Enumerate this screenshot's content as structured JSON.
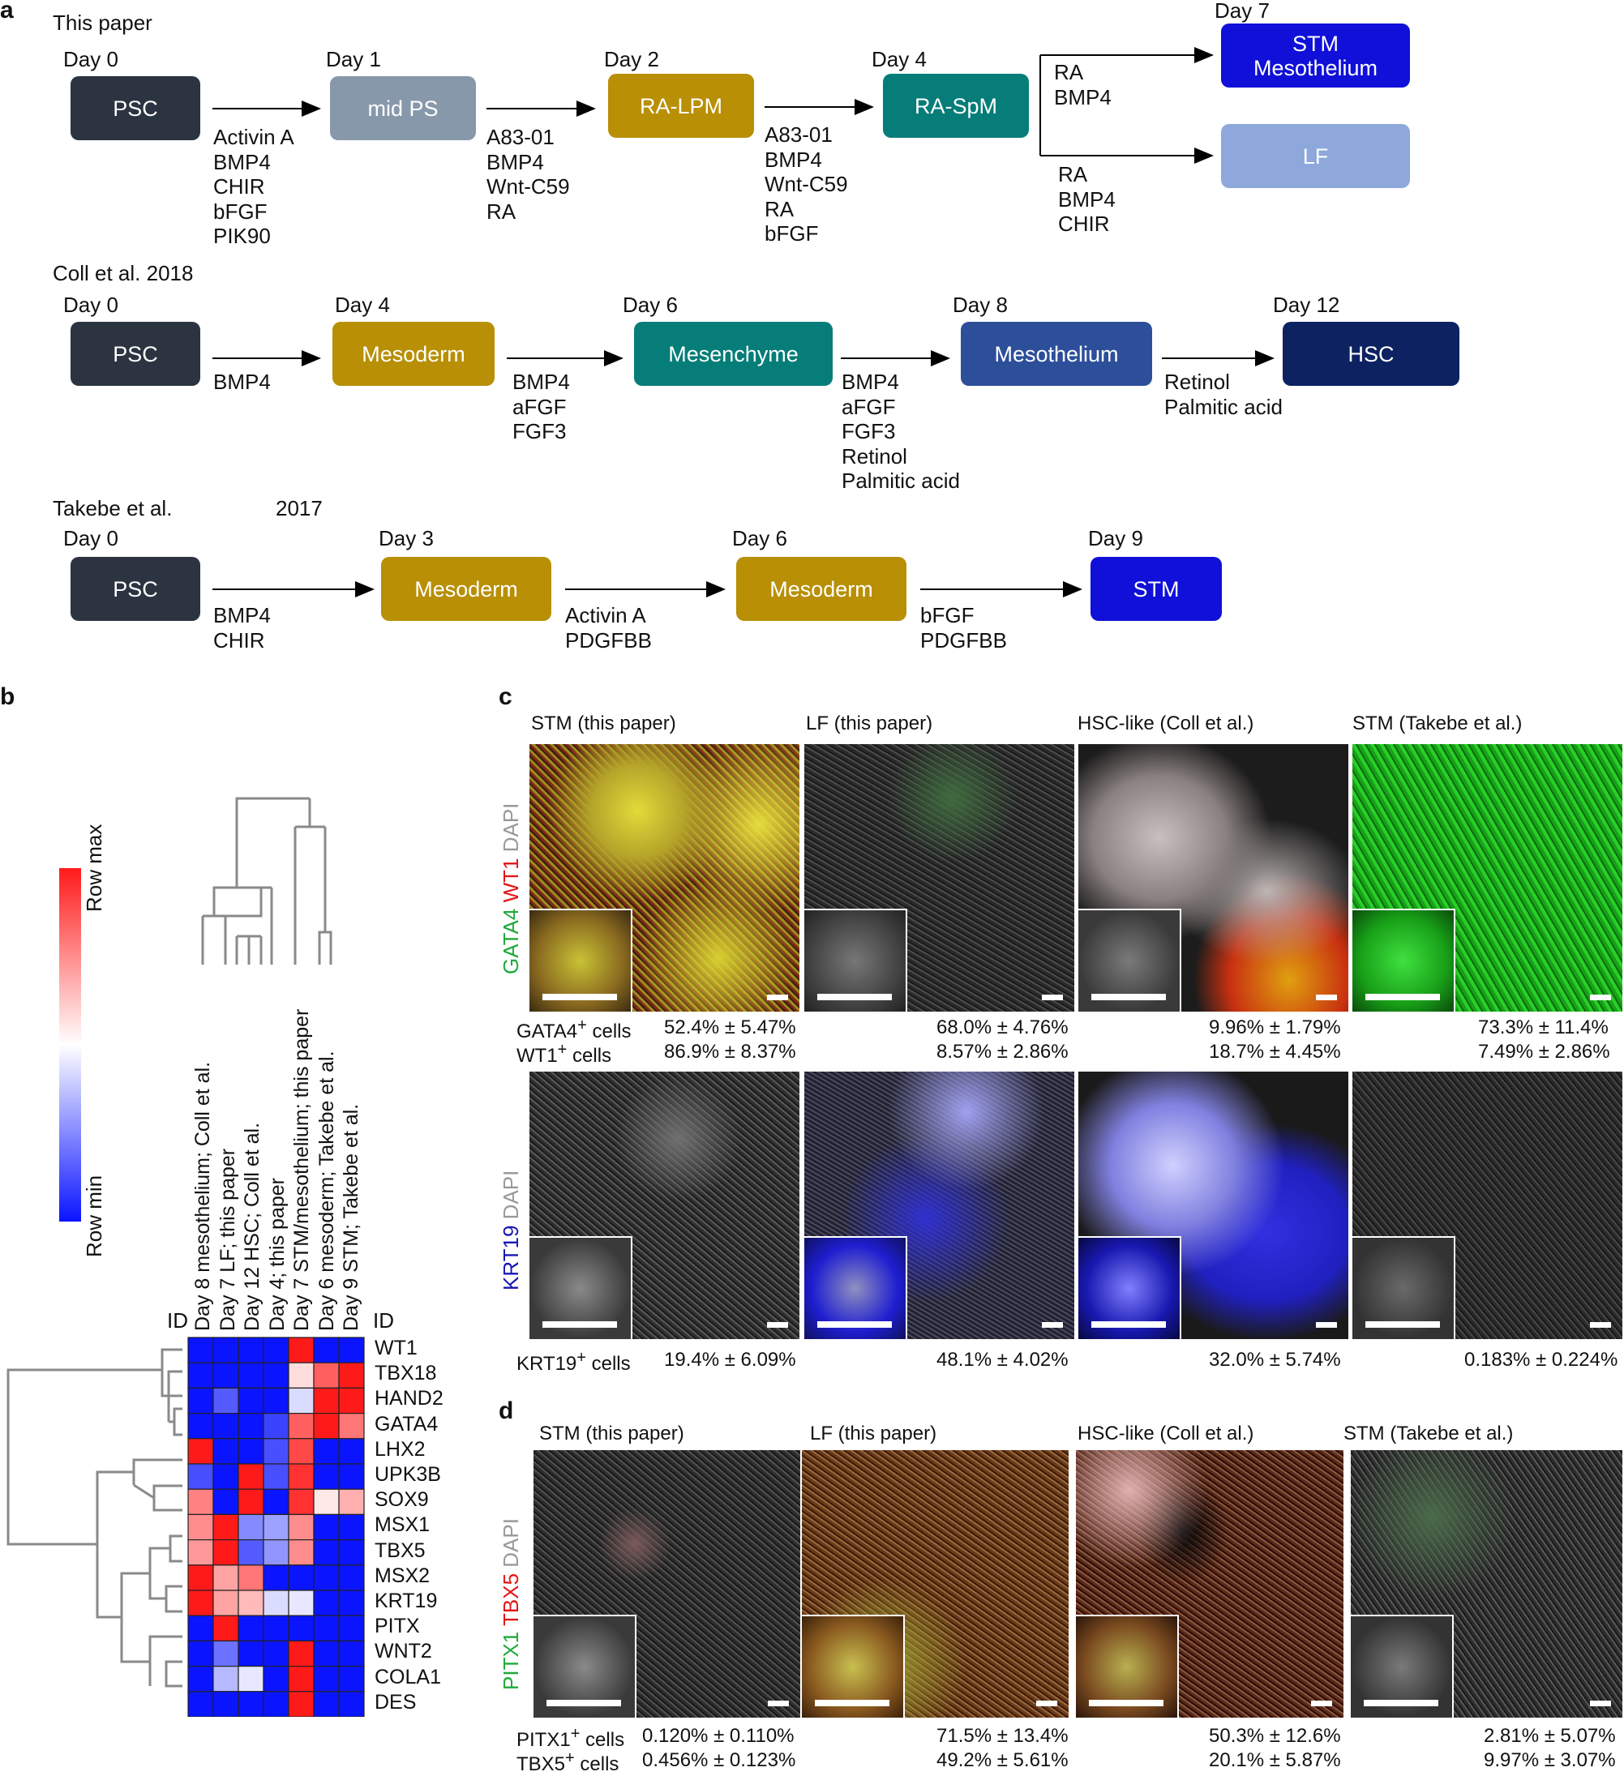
{
  "panels": {
    "a": "a",
    "b": "b",
    "c": "c",
    "d": "d"
  },
  "panel_a": {
    "this_paper": {
      "title": "This paper",
      "days": [
        "Day 0",
        "Day 1",
        "Day 2",
        "Day 4",
        "Day 7"
      ],
      "boxes": [
        "PSC",
        "mid PS",
        "RA-LPM",
        "RA-SpM",
        "STM\nMesothelium",
        "LF"
      ],
      "reagents": [
        "Activin A\nBMP4\nCHIR\nbFGF\nPIK90",
        "A83-01\nBMP4\nWnt-C59\nRA",
        "A83-01\nBMP4\nWnt-C59\nRA\nbFGF",
        "RA\nBMP4",
        "RA\nBMP4\nCHIR"
      ]
    },
    "coll": {
      "title": "Coll et al. 2018",
      "days": [
        "Day 0",
        "Day 4",
        "Day 6",
        "Day 8",
        "Day 12"
      ],
      "boxes": [
        "PSC",
        "Mesoderm",
        "Mesenchyme",
        "Mesothelium",
        "HSC"
      ],
      "reagents": [
        "BMP4",
        "BMP4\naFGF\nFGF3",
        "BMP4\naFGF\nFGF3\nRetinol\nPalmitic acid",
        "Retinol\nPalmitic acid"
      ]
    },
    "takebe": {
      "title": "Takebe et al.",
      "year": "2017",
      "days": [
        "Day 0",
        "Day 3",
        "Day 6",
        "Day 9"
      ],
      "boxes": [
        "PSC",
        "Mesoderm",
        "Mesoderm",
        "STM"
      ],
      "reagents": [
        "BMP4\nCHIR",
        "Activin A\nPDGFBB",
        "bFGF\nPDGFBB"
      ]
    },
    "colors": {
      "psc": "#2c3441",
      "midps": "#8898ab",
      "gold": "#b88f05",
      "teal": "#067d78",
      "blue": "#1010d8",
      "lightblue": "#8ea8dc",
      "meso": "#2d4f9a",
      "navy": "#0c2261"
    }
  },
  "panel_b": {
    "legend": {
      "max": "Row max",
      "min": "Row min"
    },
    "id_label": "ID",
    "columns": [
      "Day 8 mesothelium; Coll et al.",
      "Day 7  LF; this paper",
      "Day 12 HSC; Coll et al.",
      "Day 4; this paper",
      "Day 7 STM/mesothelium; this paper",
      "Day 6  mesoderm; Takebe et al.",
      "Day 9  STM; Takebe et al."
    ],
    "genes": [
      "WT1",
      "TBX18",
      "HAND2",
      "GATA4",
      "LHX2",
      "UPK3B",
      "SOX9",
      "MSX1",
      "TBX5",
      "MSX2",
      "KRT19",
      "PITX",
      "WNT2",
      "COLA1",
      "DES"
    ]
  },
  "chart_data": {
    "type": "heatmap",
    "rows": [
      "WT1",
      "TBX18",
      "HAND2",
      "GATA4",
      "LHX2",
      "UPK3B",
      "SOX9",
      "MSX1",
      "TBX5",
      "MSX2",
      "KRT19",
      "PITX",
      "WNT2",
      "COLA1",
      "DES"
    ],
    "columns": [
      "Day 8 mesothelium; Coll et al.",
      "Day 7  LF; this paper",
      "Day 12 HSC; Coll et al.",
      "Day 4; this paper",
      "Day 7 STM/mesothelium; this paper",
      "Day 6  mesoderm; Takebe et al.",
      "Day 9  STM; Takebe et al."
    ],
    "values": [
      [
        -1,
        -1,
        -1,
        -1,
        1,
        -1,
        -1
      ],
      [
        -1,
        -1,
        -1,
        -1,
        0.15,
        0.7,
        1
      ],
      [
        -1,
        -0.7,
        -1,
        -1,
        -0.15,
        1,
        1
      ],
      [
        -1,
        -1,
        -1,
        -0.8,
        0.7,
        1,
        0.6
      ],
      [
        1,
        -1,
        -1,
        -0.75,
        0.8,
        -1,
        -1
      ],
      [
        -0.75,
        -1,
        1,
        -0.75,
        0.9,
        -1,
        -1
      ],
      [
        0.55,
        -1,
        1,
        -1,
        0.9,
        0.1,
        0.35
      ],
      [
        0.5,
        1,
        -0.5,
        -0.4,
        0.5,
        -1,
        -1
      ],
      [
        0.45,
        1,
        -0.7,
        -0.45,
        0.5,
        -1,
        -1
      ],
      [
        1,
        0.4,
        0.6,
        -1,
        -1,
        -1,
        -1
      ],
      [
        1,
        0.4,
        0.3,
        -0.15,
        -0.1,
        -1,
        -1
      ],
      [
        -1,
        1,
        -1,
        -1,
        -1,
        -1,
        -1
      ],
      [
        -1,
        -0.6,
        -1,
        -1,
        1,
        -1,
        -1
      ],
      [
        -1,
        -0.3,
        -0.1,
        -1,
        1,
        -1,
        -1
      ],
      [
        -1,
        -1,
        -1,
        -1,
        1,
        -1,
        -1
      ]
    ],
    "colorscale": {
      "min": "#0a14ff",
      "mid": "#ffffff",
      "max": "#ff1a1a"
    }
  },
  "panel_c": {
    "titles": [
      "STM (this paper)",
      "LF (this paper)",
      "HSC-like (Coll et al.)",
      "STM (Takebe et al.)"
    ],
    "row1_label": {
      "a": "GATA4",
      "b": " WT1",
      "c": " DAPI"
    },
    "row2_label": {
      "a": "KRT19",
      "b": " DAPI"
    },
    "gata4_label": "GATA4",
    "wt1_label": "WT1",
    "krt19_label": "KRT19",
    "plus": "+",
    "cells": " cells",
    "gata4": [
      "52.4% ± 5.47%",
      "68.0% ± 4.76%",
      "9.96% ± 1.79%",
      "73.3% ± 11.4%"
    ],
    "wt1": [
      "86.9% ± 8.37%",
      "8.57% ± 2.86%",
      "18.7% ± 4.45%",
      "7.49% ± 2.86%"
    ],
    "krt19": [
      "19.4% ± 6.09%",
      "48.1% ± 4.02%",
      "32.0% ± 5.74%",
      "0.183% ± 0.224%"
    ]
  },
  "panel_d": {
    "titles": [
      "STM (this paper)",
      "LF (this paper)",
      "HSC-like (Coll et al.)",
      "STM (Takebe et al.)"
    ],
    "row_label": {
      "a": "PITX1",
      "b": " TBX5",
      "c": " DAPI"
    },
    "pitx1_label": "PITX1",
    "tbx5_label": "TBX5",
    "pitx1": [
      "0.120% ± 0.110%",
      "71.5% ± 13.4%",
      "50.3% ± 12.6%",
      "2.81% ± 5.07%"
    ],
    "tbx5": [
      "0.456% ± 0.123%",
      "49.2% ± 5.61%",
      "20.1% ± 5.87%",
      "9.97% ± 3.07%"
    ]
  }
}
